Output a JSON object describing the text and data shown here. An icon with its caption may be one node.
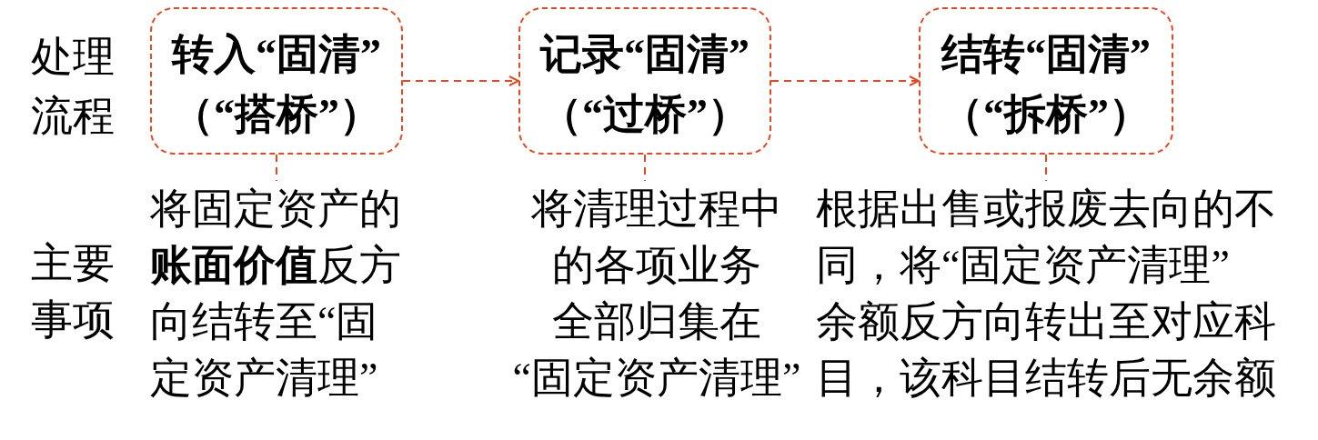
{
  "diagram": {
    "nodes": [
      {
        "text": [
          "转入“固清”",
          "（“搭桥”）"
        ]
      },
      {
        "text": [
          "记录“固清”",
          "（“过桥”）"
        ]
      },
      {
        "text": [
          "结转“固清”",
          "（“拆桥”）"
        ]
      },
      {
        "text": [
          "将固定资产的**账面价值**反方向结转至“固定资产清理”"
        ]
      },
      {
        "text": [
          "将清理过程中的各项业务全部归集在“固定资产清理”"
        ]
      },
      {
        "text": [
          "根据出售或报废去向的不同，将“固定资产清理”余额反方向转出至对应科目，该科目结转后无余额"
        ]
      }
    ],
    "edges": [
      {
        "from": 0,
        "to": 1,
        "arrow": "to",
        "style": "dashed"
      },
      {
        "from": 1,
        "to": 2,
        "arrow": "to",
        "style": "dashed"
      },
      {
        "from": 0,
        "to": 3,
        "arrow": "none",
        "style": "dashed"
      },
      {
        "from": 1,
        "to": 4,
        "arrow": "none",
        "style": "dashed"
      },
      {
        "from": 2,
        "to": 5,
        "arrow": "none",
        "style": "dashed"
      }
    ],
    "labels": [
      "处理流程",
      "主要事项"
    ]
  }
}
